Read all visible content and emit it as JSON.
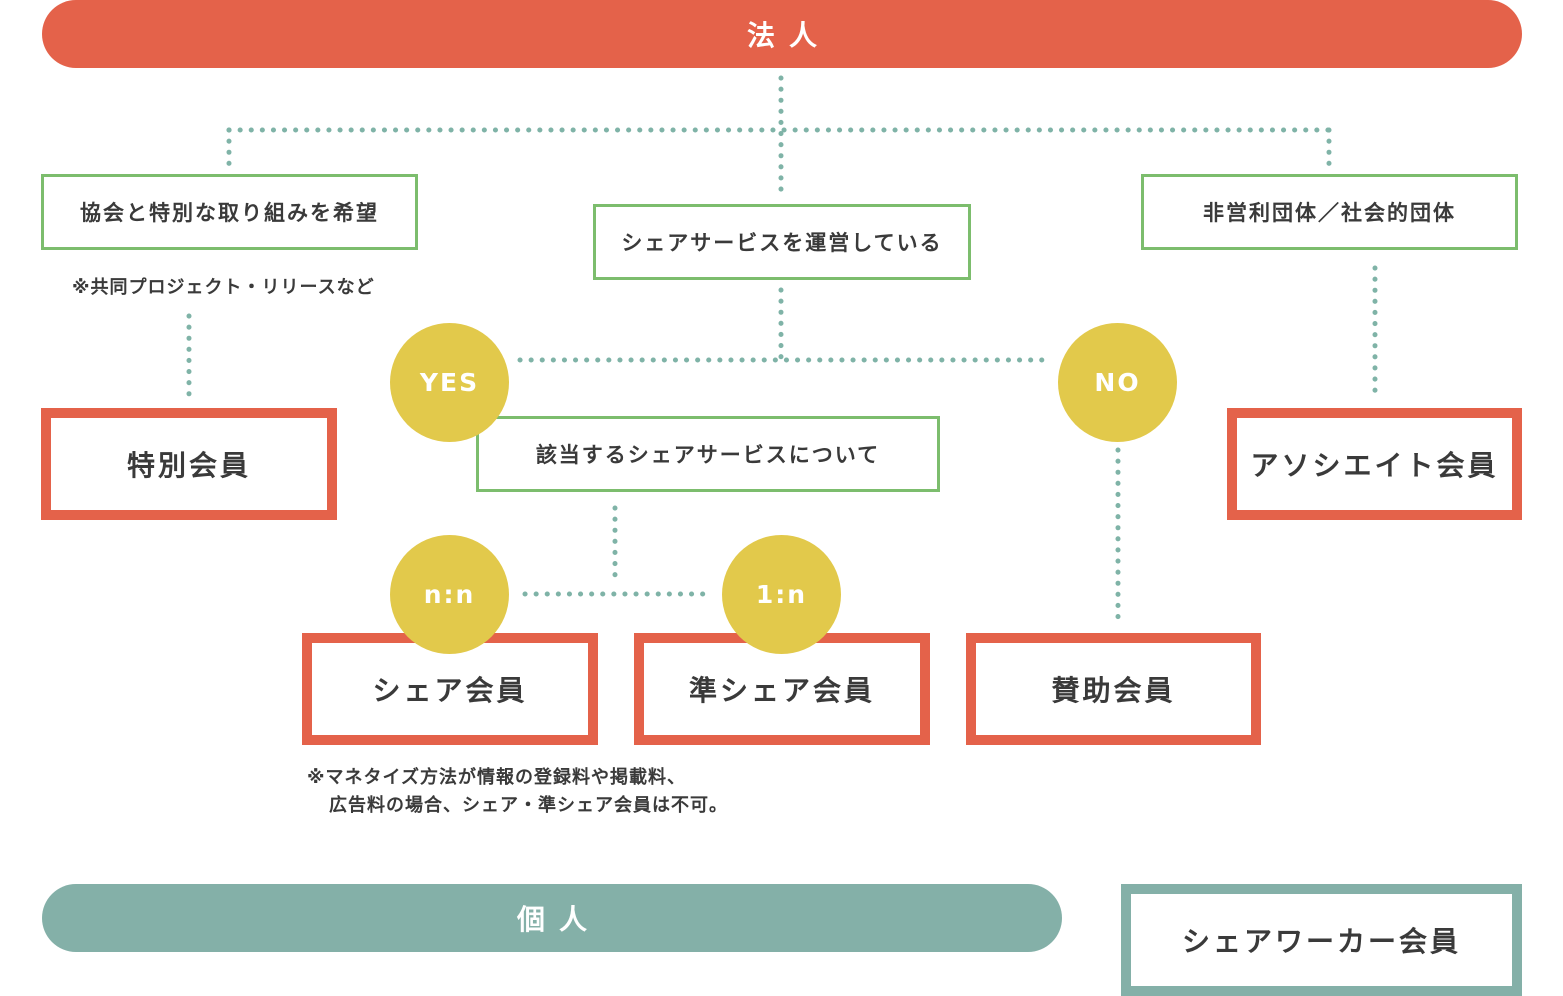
{
  "colors": {
    "corporate": "#e4624a",
    "individual": "#84b0a8",
    "condition_border": "#7cbd6d",
    "branch_circle": "#e2c94b",
    "connector": "#7fb3a7"
  },
  "headers": {
    "corporate": "法人",
    "individual": "個人"
  },
  "conditions": {
    "special_initiative": "協会と特別な取り組みを希望",
    "operates_share_service": "シェアサービスを運営している",
    "non_profit": "非営利団体／社会的団体",
    "service_type": "該当するシェアサービスについて"
  },
  "notes": {
    "special_note": "※共同プロジェクト・リリースなど",
    "monetize_note_line1": "※マネタイズ方法が情報の登録料や掲載料、",
    "monetize_note_line2": "広告料の場合、シェア・準シェア会員は不可。"
  },
  "branches": {
    "yes": "YES",
    "no": "NO",
    "n_to_n": "n:n",
    "one_to_n": "1:n"
  },
  "members": {
    "special": "特別会員",
    "associate": "アソシエイト会員",
    "share": "シェア会員",
    "semi_share": "準シェア会員",
    "supporting": "賛助会員",
    "share_worker": "シェアワーカー会員"
  }
}
